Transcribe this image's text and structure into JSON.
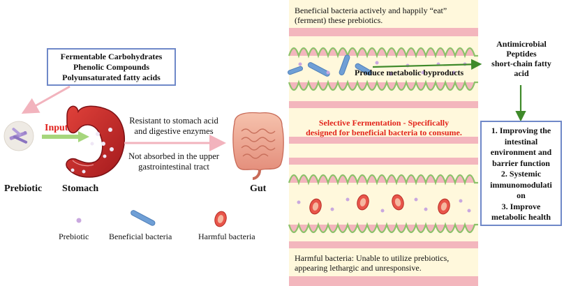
{
  "sources_box": {
    "lines": [
      "Fermentable Carbohydrates",
      "Phenolic Compounds",
      "Polyunsaturated fatty acids"
    ]
  },
  "input_label": "Input",
  "stomach_notes": {
    "resistant": [
      "Resistant to stomach acid",
      "and digestive enzymes"
    ],
    "not_absorbed": [
      "Not absorbed in the upper",
      "gastrointestinal tract"
    ]
  },
  "organ_labels": {
    "prebiotic": "Prebiotic",
    "stomach": "Stomach",
    "gut": "Gut"
  },
  "legend": {
    "prebiotic": "Prebiotic",
    "beneficial": "Beneficial bacteria",
    "harmful": "Harmful bacteria"
  },
  "right_panel": {
    "top_caption": [
      "Beneficial bacteria actively and happily “eat”",
      "(ferment) these prebiotics."
    ],
    "byproducts": "Produce metabolic byproducts",
    "middle_caption": [
      "Selective Fermentation - Specifically",
      "designed for beneficial bacteria to consume."
    ],
    "bottom_caption": [
      "Harmful bacteria: Unable to utilize prebiotics,",
      "appearing lethargic and unresponsive."
    ]
  },
  "outputs": {
    "metabolites": [
      "Antimicrobial",
      "Peptides",
      "short-chain fatty",
      "acid"
    ],
    "benefits_box": [
      "1. Improving the",
      "intestinal",
      "environment and",
      "barrier function",
      "2. Systemic",
      "immunomodulati",
      "on",
      "3. Improve",
      "metabolic health"
    ]
  },
  "colors": {
    "box_border": "#6f88c8",
    "arrow_pink": "#f2b3bd",
    "arrow_green": "#3f8a2a",
    "input_red": "#e0201c",
    "caption_red": "#e2231a",
    "panel_bg": "#fff6d6",
    "wall_pink": "#f3b6bd"
  }
}
